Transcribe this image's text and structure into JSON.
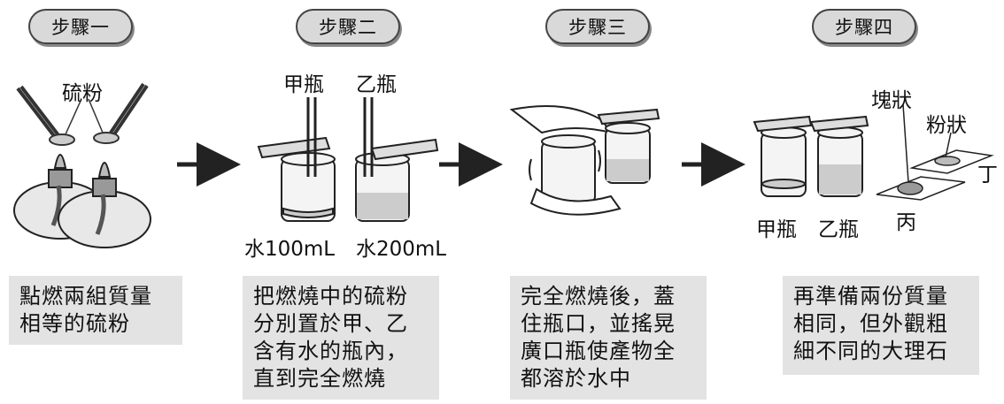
{
  "steps": [
    {
      "title": "步驟一",
      "desc": [
        "點燃兩組質量",
        "相等的硫粉"
      ]
    },
    {
      "title": "步驟二",
      "desc": [
        "把燃燒中的硫粉",
        "分別置於甲、乙",
        "含有水的瓶內，",
        "直到完全燃燒"
      ]
    },
    {
      "title": "步驟三",
      "desc": [
        "完全燃燒後，蓋",
        "住瓶口，並搖晃",
        "廣口瓶使產物全",
        "都溶於水中"
      ]
    },
    {
      "title": "步驟四",
      "desc": [
        "再準備兩份質量",
        "相同，但外觀粗",
        "細不同的大理石"
      ]
    }
  ],
  "labels": {
    "sulfur_powder": "硫粉",
    "bottle_a": "甲瓶",
    "bottle_b": "乙瓶",
    "water_a": "水100mL",
    "water_b": "水200mL",
    "bottle_a_2": "甲瓶",
    "bottle_b_2": "乙瓶",
    "lump": "塊狀",
    "powder": "粉狀",
    "sample_c": "丙",
    "sample_d": "丁"
  }
}
